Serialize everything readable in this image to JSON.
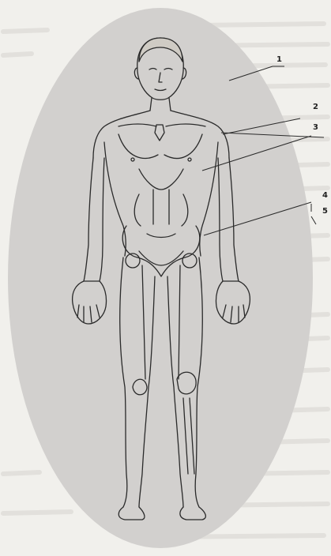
{
  "figure": {
    "background_color": "#f1f0ec",
    "aura_color": "#d2d0ce",
    "line_color": "#2a2a2a",
    "bleed_text_color": "#cfcdc8"
  },
  "callouts": [
    {
      "id": "1",
      "label": "1"
    },
    {
      "id": "2",
      "label": "2"
    },
    {
      "id": "3",
      "label": "3"
    },
    {
      "id": "4",
      "label": "4"
    },
    {
      "id": "5",
      "label": "5"
    }
  ]
}
